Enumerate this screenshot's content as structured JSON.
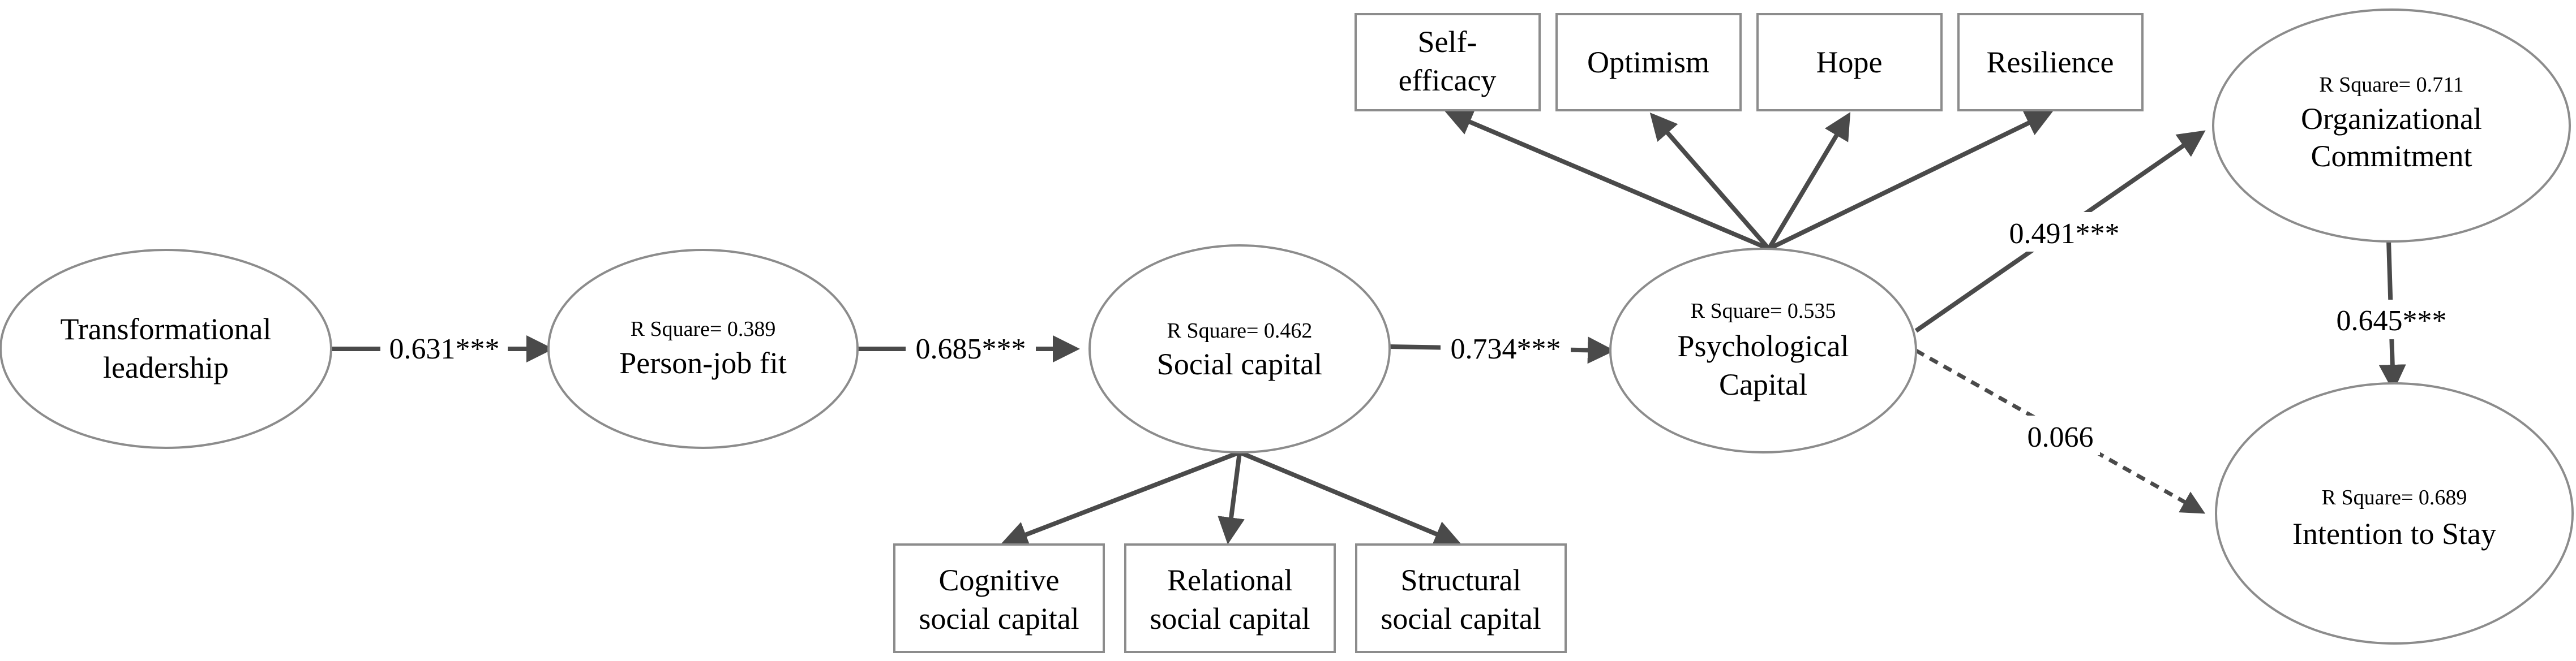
{
  "nodes": {
    "transformational_leadership": {
      "lines": [
        "Transformational",
        "leadership"
      ]
    },
    "person_job_fit": {
      "r_square": "R Square= 0.389",
      "lines": [
        "Person-job fit"
      ]
    },
    "social_capital": {
      "r_square": "R Square= 0.462",
      "lines": [
        "Social capital"
      ]
    },
    "psychological_capital": {
      "r_square": "R Square= 0.535",
      "lines": [
        "Psychological",
        "Capital"
      ]
    },
    "organizational_commitment": {
      "r_square": "R Square= 0.711",
      "lines": [
        "Organizational",
        "Commitment"
      ]
    },
    "intention_to_stay": {
      "r_square": "R Square= 0.689",
      "lines": [
        "Intention to Stay"
      ]
    },
    "self_efficacy": {
      "lines": [
        "Self-",
        "efficacy"
      ]
    },
    "optimism": {
      "lines": [
        "Optimism"
      ]
    },
    "hope": {
      "lines": [
        "Hope"
      ]
    },
    "resilience": {
      "lines": [
        "Resilience"
      ]
    },
    "cognitive_social_capital": {
      "lines": [
        "Cognitive",
        "social capital"
      ]
    },
    "relational_social_capital": {
      "lines": [
        "Relational",
        "social capital"
      ]
    },
    "structural_social_capital": {
      "lines": [
        "Structural",
        "social capital"
      ]
    }
  },
  "paths": {
    "tl_to_pjf": "0.631***",
    "pjf_to_sc": "0.685***",
    "sc_to_pc": "0.734***",
    "pc_to_oc": "0.491***",
    "oc_to_its": "0.645***",
    "pc_to_its": "0.066"
  },
  "colors": {
    "arrow": "#4a4a4a",
    "node_border": "#8c8c8c"
  }
}
